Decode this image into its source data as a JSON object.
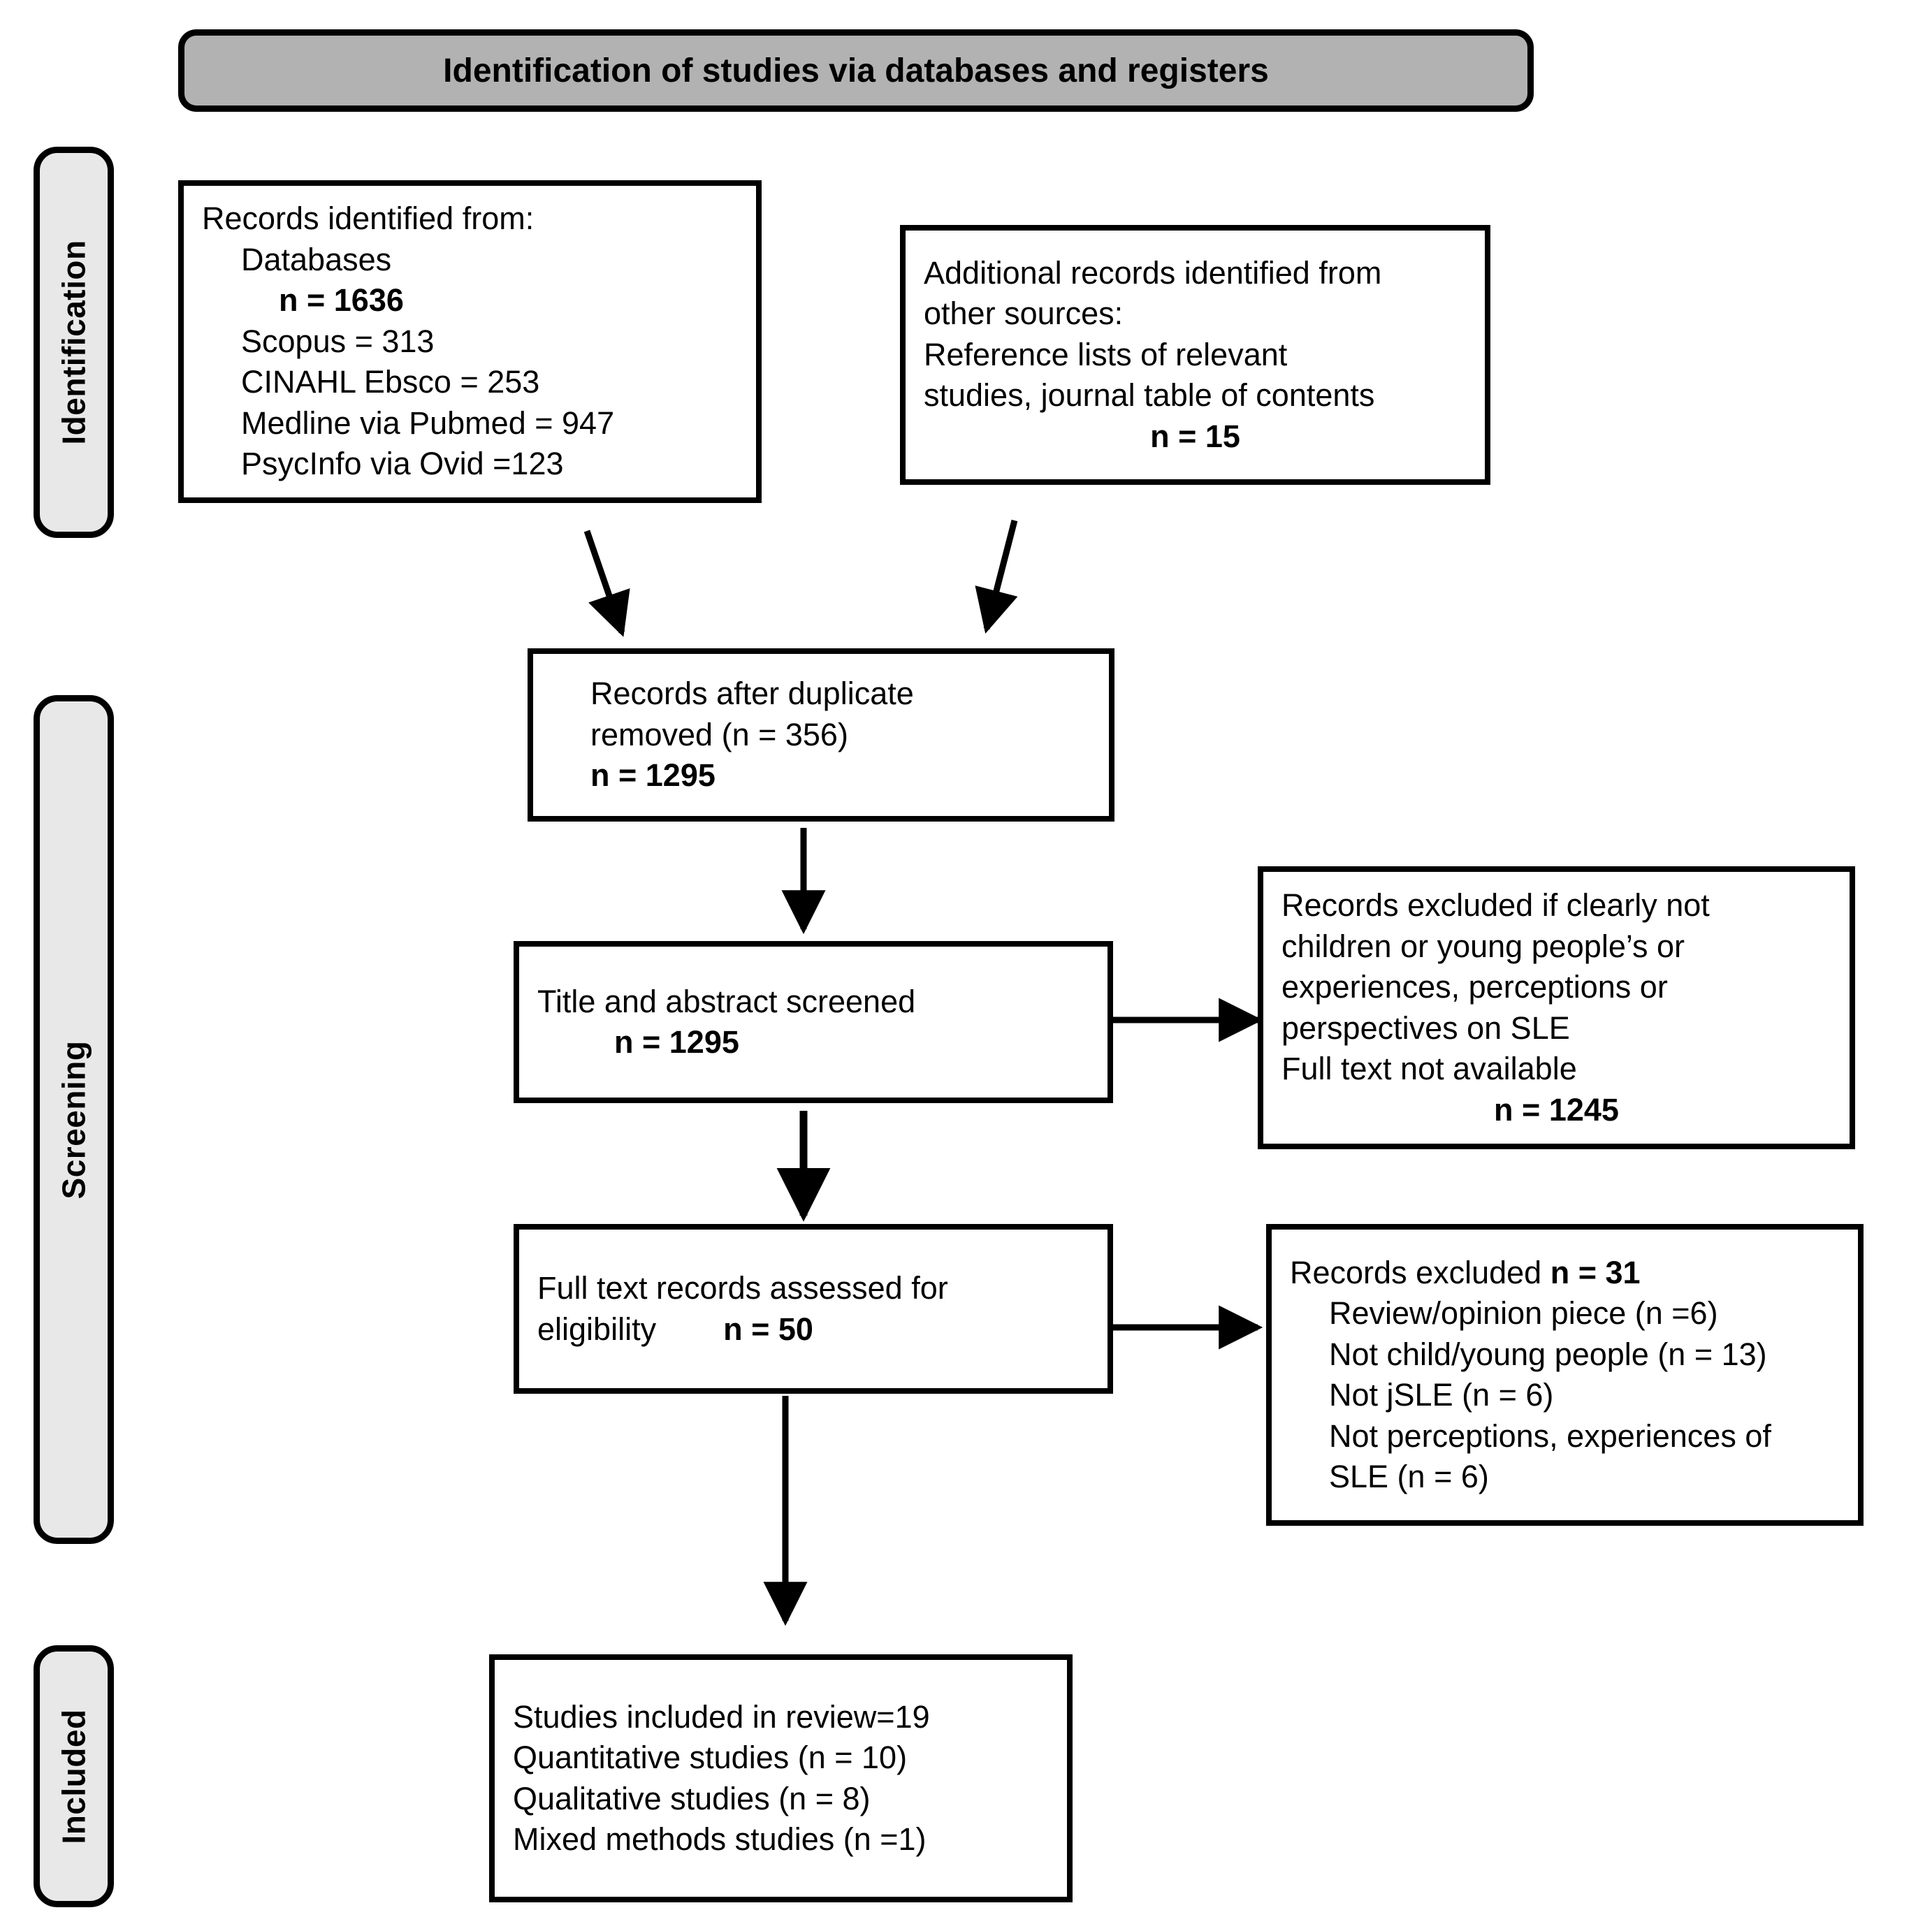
{
  "header": {
    "title": "Identification of studies via databases and registers"
  },
  "stages": [
    {
      "id": "identification",
      "label": "Identification"
    },
    {
      "id": "screening",
      "label": "Screening"
    },
    {
      "id": "included",
      "label": "Included"
    }
  ],
  "boxes": {
    "records_identified": {
      "lines": [
        "Records identified from:",
        "Databases",
        "n = 1636",
        "Scopus = 313",
        "CINAHL Ebsco = 253",
        "Medline via Pubmed = 947",
        "PsycInfo via Ovid =123"
      ]
    },
    "additional_records": {
      "lines": [
        "Additional records identified from",
        "other sources:",
        "Reference lists of relevant",
        "studies, journal table of contents",
        "n = 15"
      ]
    },
    "after_duplicates": {
      "lines": [
        "Records after duplicate",
        "removed (n = 356)",
        "n = 1295"
      ]
    },
    "title_abstract_screened": {
      "lines": [
        "Title and abstract screened",
        "n = 1295"
      ]
    },
    "records_excluded_screening": {
      "lines": [
        "Records excluded if clearly not",
        "children or young people’s or",
        "experiences, perceptions or",
        "perspectives on SLE",
        "Full text not available",
        "n = 1245"
      ]
    },
    "full_text_assessed": {
      "lines": [
        "Full text records assessed for",
        "eligibility        n = 50"
      ],
      "eligibility_label": "eligibility",
      "eligibility_count": "n = 50"
    },
    "records_excluded_eligibility": {
      "heading_label": "Records excluded ",
      "heading_count": "n = 31",
      "lines": [
        "Review/opinion piece (n =6)",
        "Not child/young people (n = 13)",
        "Not jSLE (n = 6)",
        "Not perceptions, experiences of",
        "SLE (n = 6)"
      ]
    },
    "studies_included": {
      "lines": [
        "Studies included in review=19",
        "Quantitative studies (n = 10)",
        "Qualitative studies (n = 8)",
        "Mixed methods studies (n =1)"
      ]
    }
  },
  "colors": {
    "stroke": "#000000",
    "header_fill": "#b2b2b2",
    "stage_fill": "#e8e8e8",
    "box_fill": "#ffffff"
  },
  "chart_data": {
    "type": "flowchart",
    "title": "PRISMA flow diagram — Identification of studies via databases and registers",
    "stages": [
      "Identification",
      "Screening",
      "Included"
    ],
    "nodes": [
      {
        "id": "records_identified",
        "stage": "Identification",
        "n": 1636,
        "breakdown": {
          "Scopus": 313,
          "CINAHL Ebsco": 253,
          "Medline via Pubmed": 947,
          "PsycInfo via Ovid": 123
        }
      },
      {
        "id": "additional_records",
        "stage": "Identification",
        "n": 15
      },
      {
        "id": "after_duplicates",
        "stage": "Screening",
        "n": 1295,
        "duplicates_removed": 356
      },
      {
        "id": "title_abstract_screened",
        "stage": "Screening",
        "n": 1295
      },
      {
        "id": "records_excluded_screening",
        "stage": "Screening",
        "n": 1245
      },
      {
        "id": "full_text_assessed",
        "stage": "Screening",
        "n": 50
      },
      {
        "id": "records_excluded_eligibility",
        "stage": "Screening",
        "n": 31,
        "breakdown": {
          "Review/opinion piece": 6,
          "Not child/young people": 13,
          "Not jSLE": 6,
          "Not perceptions, experiences of SLE": 6
        }
      },
      {
        "id": "studies_included",
        "stage": "Included",
        "n": 19,
        "breakdown": {
          "Quantitative studies": 10,
          "Qualitative studies": 8,
          "Mixed methods studies": 1
        }
      }
    ],
    "edges": [
      {
        "from": "records_identified",
        "to": "after_duplicates"
      },
      {
        "from": "additional_records",
        "to": "after_duplicates"
      },
      {
        "from": "after_duplicates",
        "to": "title_abstract_screened"
      },
      {
        "from": "title_abstract_screened",
        "to": "records_excluded_screening"
      },
      {
        "from": "title_abstract_screened",
        "to": "full_text_assessed"
      },
      {
        "from": "full_text_assessed",
        "to": "records_excluded_eligibility"
      },
      {
        "from": "full_text_assessed",
        "to": "studies_included"
      }
    ]
  }
}
